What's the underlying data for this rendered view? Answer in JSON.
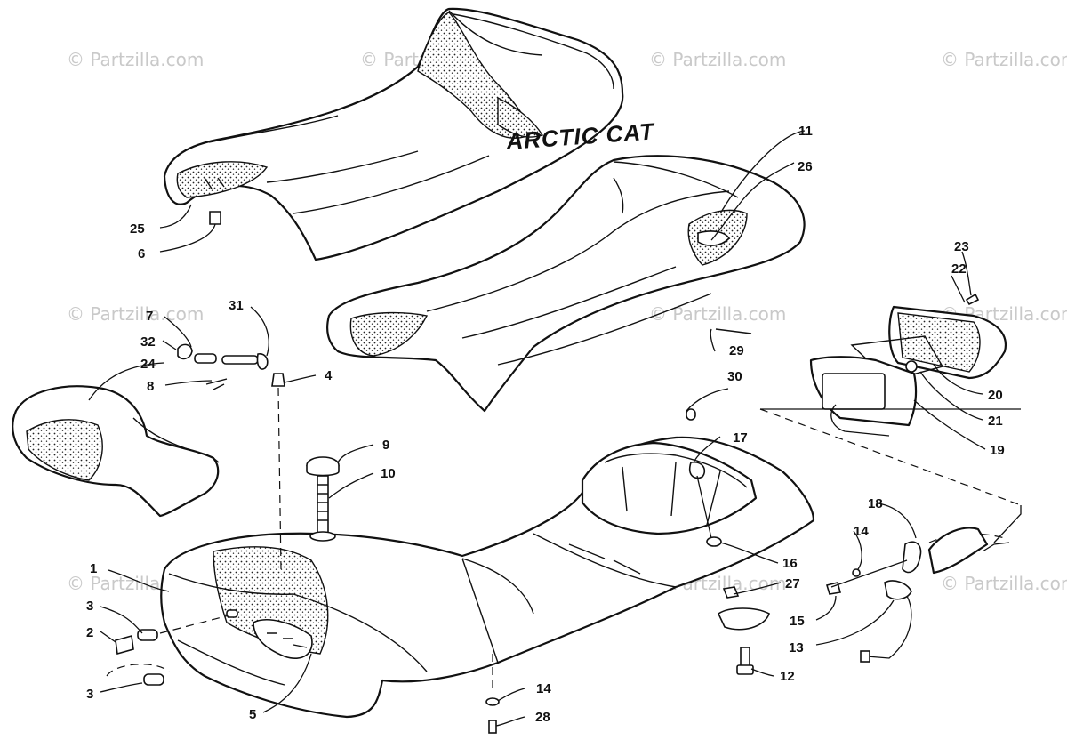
{
  "watermark": "© Partzilla.com",
  "seat_logo": "ARCTIC CAT",
  "callouts": {
    "c1": "1",
    "c2": "2",
    "c3a": "3",
    "c3b": "3",
    "c4": "4",
    "c5": "5",
    "c6": "6",
    "c7": "7",
    "c8": "8",
    "c9": "9",
    "c10": "10",
    "c11": "11",
    "c12": "12",
    "c13": "13",
    "c14a": "14",
    "c14b": "14",
    "c15": "15",
    "c16": "16",
    "c17": "17",
    "c18": "18",
    "c19": "19",
    "c20": "20",
    "c21": "21",
    "c22": "22",
    "c23": "23",
    "c24": "24",
    "c25": "25",
    "c26": "26",
    "c27": "27",
    "c28": "28",
    "c29": "29",
    "c30": "30",
    "c31": "31",
    "c32": "32"
  }
}
